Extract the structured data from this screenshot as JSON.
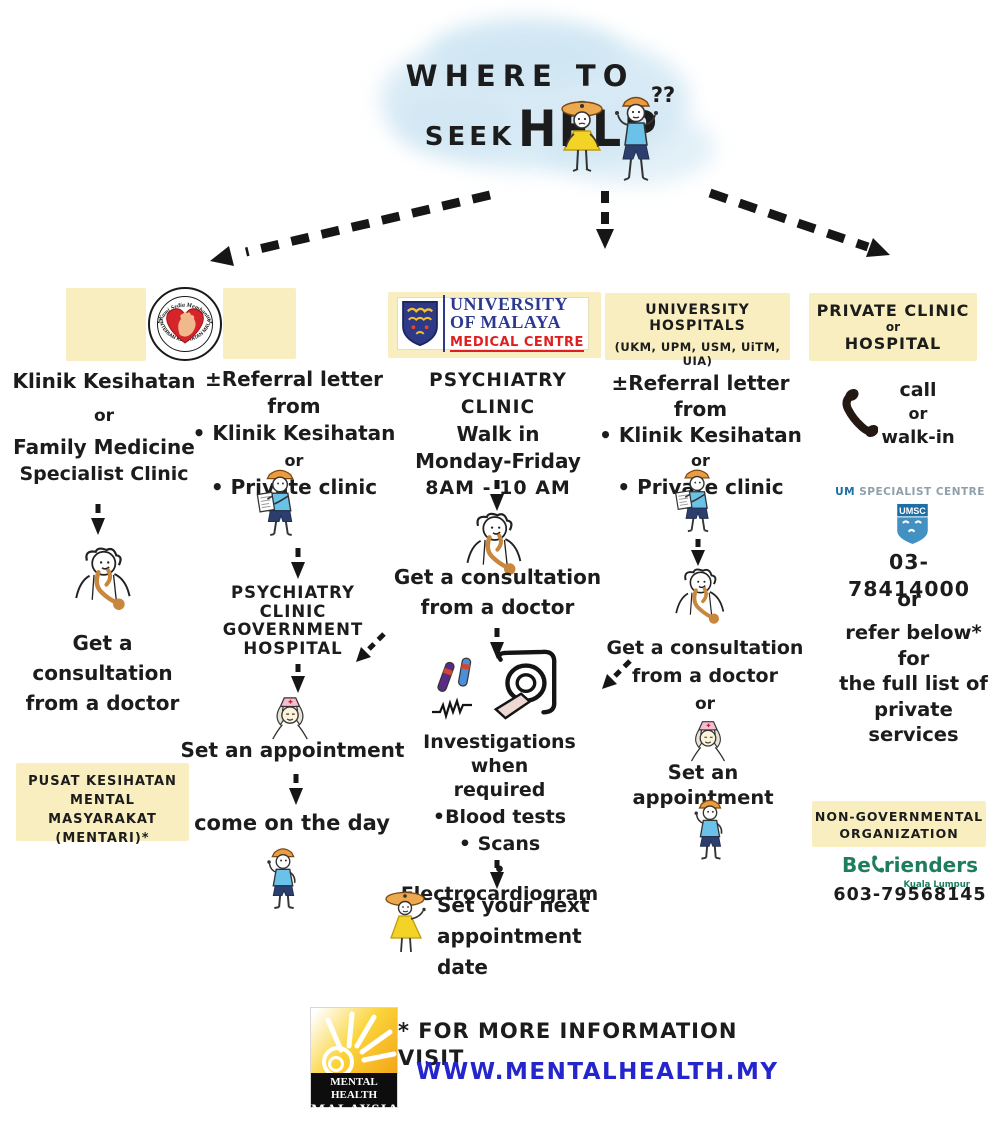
{
  "colors": {
    "box_yellow": "#f8eec0",
    "cloud_blue": "#cfe6f3",
    "ink": "#1c1c1c",
    "ummc_blue": "#2b3990",
    "ummc_red": "#e02020",
    "umsc_blue": "#1b6fa8",
    "umsc_gray": "#8fa0ab",
    "befrienders_green": "#1e7d5a",
    "url_blue": "#2525cc"
  },
  "icons": {
    "woman": "worried-woman-icon",
    "man": "confused-man-icon",
    "moh_logo": "ministry-of-health-malaysia-logo",
    "doctor": "doctor-with-stethoscope-icon",
    "referral_boy": "person-holding-letter-icon",
    "nurse": "nurse-icon",
    "standing_boy": "patient-standing-icon",
    "lady": "woman-in-yellow-dress-icon",
    "blood_tubes": "blood-test-tubes-icon",
    "scanner": "ct-scanner-icon",
    "phone": "phone-receiver-icon",
    "ummc_crest": "university-of-malaya-crest",
    "umsc_shield": "umsc-shield-logo",
    "mhm_logo": "mental-health-malaysia-logo"
  },
  "header": {
    "line1": "WHERE TO",
    "seek": "SEEK",
    "help": "HELP",
    "question_marks": "??"
  },
  "moh": {
    "arc_top": "• Kami Sedia Membantu •",
    "arc_bottom": "KEMENTERIAN KESIHATAN MALAYSIA"
  },
  "col_klinik": {
    "title_lines": [
      "Klinik Kesihatan",
      "or",
      "Family Medicine",
      "Specialist Clinic"
    ],
    "consult_lines": [
      "Get a consultation",
      "from a doctor"
    ],
    "mentari_lines": [
      "PUSAT KESIHATAN",
      "MENTAL MASYARAKAT",
      "(MENTARI)*"
    ]
  },
  "col_gov": {
    "referral_lines": [
      "±Referral letter from",
      "• Klinik Kesihatan",
      "or",
      "• Private clinic"
    ],
    "hospital_lines": [
      "PSYCHIATRY",
      "CLINIC",
      "GOVERNMENT",
      "HOSPITAL"
    ],
    "set_appointment": "Set an appointment",
    "come_on_day": "come on the day"
  },
  "col_ummc": {
    "logo_lines": [
      "UNIVERSITY",
      "OF MALAYA",
      "MEDICAL CENTRE"
    ],
    "clinic_lines": [
      "PSYCHIATRY CLINIC",
      "Walk in",
      "Monday-Friday",
      "8AM - 10 AM"
    ],
    "consult_lines": [
      "Get a consultation",
      "from a doctor"
    ],
    "invest_lines": [
      "Investigations when",
      "required"
    ],
    "invest_items": [
      "•Blood tests",
      "• Scans",
      "• Electrocardiogram"
    ],
    "next_lines": [
      "Set your next",
      "appointment date"
    ]
  },
  "col_uni": {
    "box_lines": [
      "UNIVERSITY HOSPITALS",
      "(UKM, UPM, USM, UiTM, UIA)"
    ],
    "referral_lines": [
      "±Referral letter from",
      "• Klinik Kesihatan",
      "or",
      "• Private clinic"
    ],
    "consult_lines": [
      "Get a consultation",
      "from a doctor",
      "or"
    ],
    "set_appointment": "Set an appointment"
  },
  "col_private": {
    "box_lines": [
      "PRIVATE CLINIC",
      "or",
      "HOSPITAL"
    ],
    "call_lines": [
      "call",
      "or",
      "walk-in"
    ],
    "umsc_bold": "UM",
    "umsc_rest": " SPECIALIST CENTRE",
    "umsc_shield": "UMSC",
    "phone": "03-78414000",
    "or": "or",
    "refer_lines": [
      "refer below* for",
      "the full list of",
      "private services"
    ],
    "ngo_lines": [
      "NON-GOVERNMENTAL",
      "ORGANIZATION"
    ],
    "bef_left": "Be",
    "bef_right": "rienders",
    "bef_sub": "Kuala Lumpur",
    "bef_phone": "603-79568145"
  },
  "footer": {
    "logo_lines": [
      "MENTAL HEALTH",
      "MALAYSIA"
    ],
    "note": "* FOR MORE INFORMATION VISIT",
    "url": "WWW.MENTALHEALTH.MY"
  }
}
